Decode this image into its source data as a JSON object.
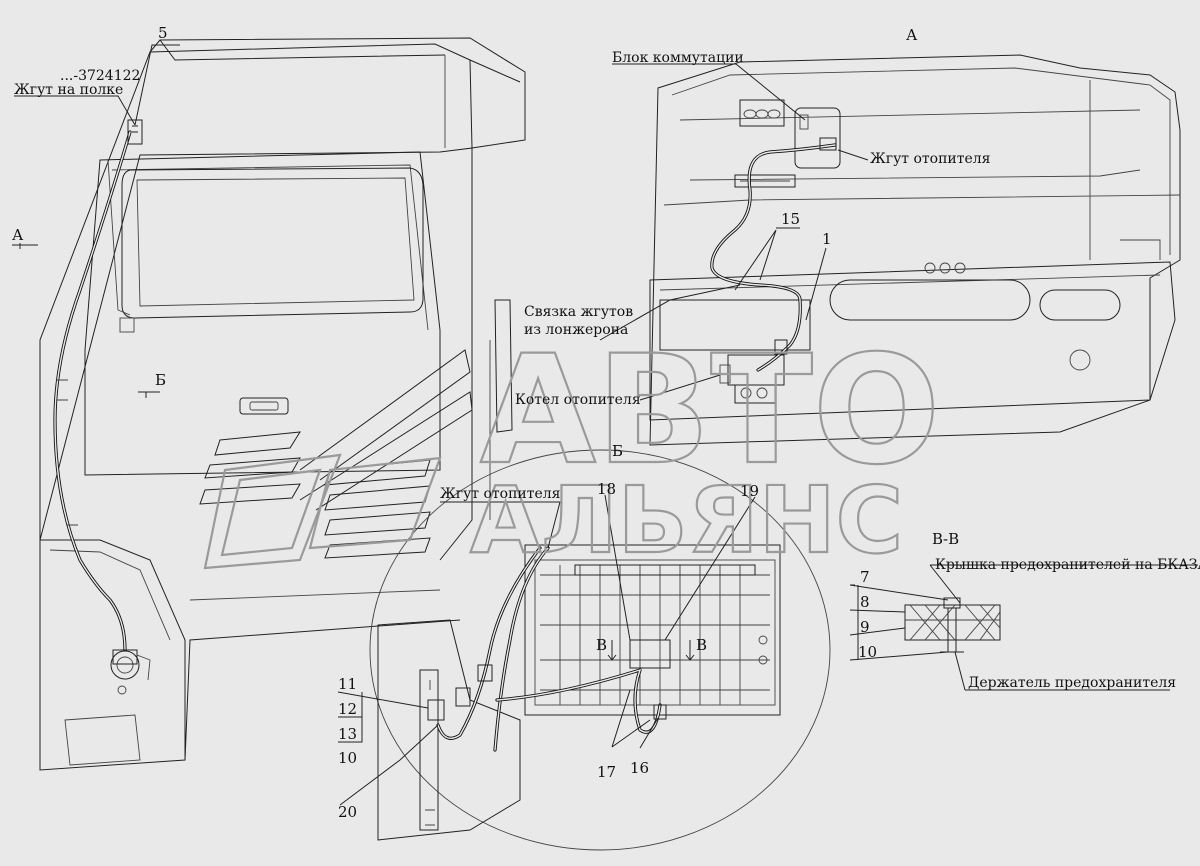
{
  "labels": {
    "part_code": "...-3724122",
    "shelf_harness": "Жгут на полке",
    "view_a_left": "А",
    "view_a_top": "А",
    "view_b_marker": "Б",
    "view_b_title": "Б",
    "switch_block": "Блок коммутации",
    "heater_harness_top": "Жгут отопителя",
    "harness_bundle_l1": "Связка жгутов",
    "harness_bundle_l2": "из лонжерона",
    "heater_boiler": "Котел отопителя",
    "heater_harness_bottom": "Жгут отопителя",
    "section_vv": "В-В",
    "fuse_cover": "Крышка предохранителей на БКАЗА",
    "fuse_holder": "Держатель предохранителя",
    "section_mark_left": "В",
    "section_mark_right": "В"
  },
  "callouts": {
    "n5": "5",
    "n15": "15",
    "n1": "1",
    "n18": "18",
    "n19": "19",
    "n7": "7",
    "n8": "8",
    "n9": "9",
    "n10a": "10",
    "n11": "11",
    "n12": "12",
    "n13": "13",
    "n10b": "10",
    "n20": "20",
    "n17": "17",
    "n16": "16"
  },
  "watermark": {
    "line1": "АВТО",
    "line2": "АЛЬЯНС"
  }
}
